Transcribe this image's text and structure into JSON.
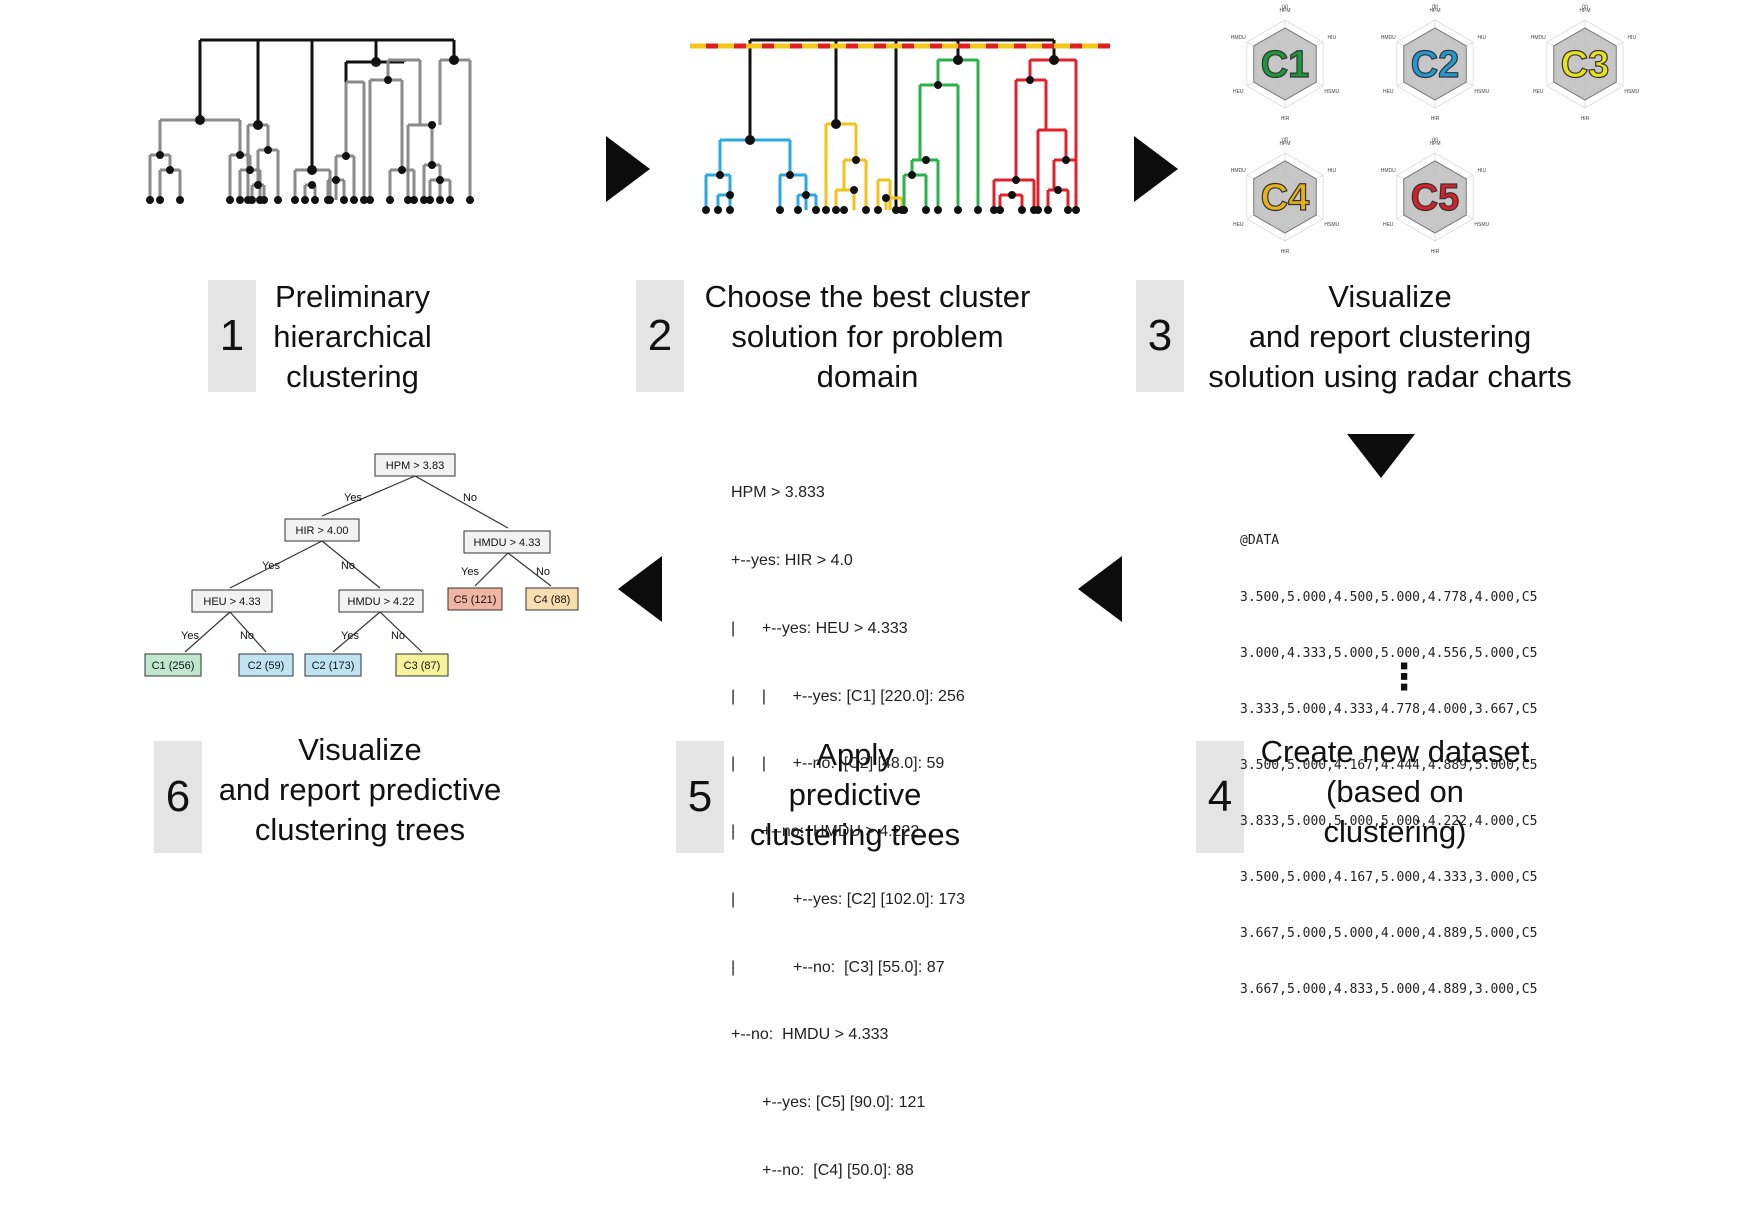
{
  "steps": [
    {
      "number": "1",
      "lines": [
        "Preliminary",
        "hierarchical",
        "clustering"
      ]
    },
    {
      "number": "2",
      "lines": [
        "Choose the best cluster",
        "solution  for problem",
        "domain"
      ]
    },
    {
      "number": "3",
      "lines": [
        "Visualize",
        "and report clustering",
        "solution using radar charts"
      ]
    },
    {
      "number": "4",
      "lines": [
        "Create new dataset",
        "(based on",
        "clustering)"
      ]
    },
    {
      "number": "5",
      "lines": [
        "Apply",
        "predictive",
        "clustering trees"
      ]
    },
    {
      "number": "6",
      "lines": [
        "Visualize",
        "and report predictive",
        "clustering trees"
      ]
    }
  ],
  "radar": {
    "axes": [
      "HPM",
      "HIU",
      "HSMU",
      "HIR",
      "HEU",
      "HMDU"
    ],
    "charts": [
      {
        "panel": "(a)",
        "label": "C1",
        "color": "#1a9a3c"
      },
      {
        "panel": "(b)",
        "label": "C2",
        "color": "#1f9ad6"
      },
      {
        "panel": "(c)",
        "label": "C3",
        "color": "#e8e21a"
      },
      {
        "panel": "(d)",
        "label": "C4",
        "color": "#e8b11a"
      },
      {
        "panel": "(e)",
        "label": "C5",
        "color": "#d8202a"
      }
    ]
  },
  "dataset": {
    "header": "@DATA",
    "rows": [
      "3.500,5.000,4.500,5.000,4.778,4.000,C5",
      "3.000,4.333,5.000,5.000,4.556,5.000,C5",
      "3.333,5.000,4.333,4.778,4.000,3.667,C5",
      "3.500,5.000,4.167,4.444,4.889,5.000,C5",
      "3.833,5.000,5.000,5.000,4.222,4.000,C5",
      "3.500,5.000,4.167,5.000,4.333,3.000,C5",
      "3.667,5.000,5.000,4.000,4.889,5.000,C5",
      "3.667,5.000,4.833,5.000,4.889,3.000,C5"
    ],
    "ellipsis": "⋮"
  },
  "pct_text": {
    "lines": [
      "HPM > 3.833",
      "+--yes: HIR > 4.0",
      "|      +--yes: HEU > 4.333",
      "|      |      +--yes: [C1] [220.0]: 256",
      "|      |      +--no:  [C2] [48.0]: 59",
      "|      +--no:  HMDU > 4.222",
      "|             +--yes: [C2] [102.0]: 173",
      "|             +--no:  [C3] [55.0]: 87",
      "+--no:  HMDU > 4.333",
      "       +--yes: [C5] [90.0]: 121",
      "       +--no:  [C4] [50.0]: 88"
    ]
  },
  "tree": {
    "nodes": {
      "root": "HPM > 3.83",
      "hir": "HIR > 4.00",
      "hmdu_r": "HMDU > 4.33",
      "heu": "HEU > 4.33",
      "hmdu_l": "HMDU > 4.22",
      "c1": "C1 (256)",
      "c2a": "C2 (59)",
      "c2b": "C2 (173)",
      "c3": "C3 (87)",
      "c5": "C5 (121)",
      "c4": "C4 (88)"
    },
    "yes": "Yes",
    "no": "No",
    "colors": {
      "c1": "#bfe8cf",
      "c2": "#bfe3f3",
      "c3": "#f7f39a",
      "c5": "#f0b6a3",
      "c4": "#f7ddb0",
      "inner": "#f2f2f2"
    }
  },
  "colors": {
    "arrow": "#0c0c0c",
    "cut_line_a": "#e02020",
    "cut_line_b": "#f2c81a",
    "dendro_gray": "#8a8a8a",
    "blue": "#29a9e0",
    "yellow": "#f0c21a",
    "green": "#28b34a",
    "red": "#e0202a"
  }
}
